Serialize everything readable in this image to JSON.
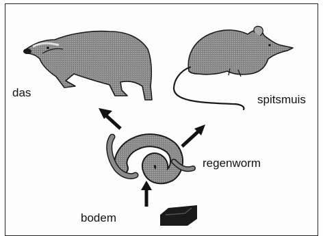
{
  "organisms": {
    "badger": "das",
    "shrew": "spitsmuis",
    "earthworm": "regenworm",
    "soil": "bodem"
  },
  "colors": {
    "animal_fill": "#8a8a8a",
    "outline": "#1a1a1a",
    "arrow": "#111111"
  }
}
